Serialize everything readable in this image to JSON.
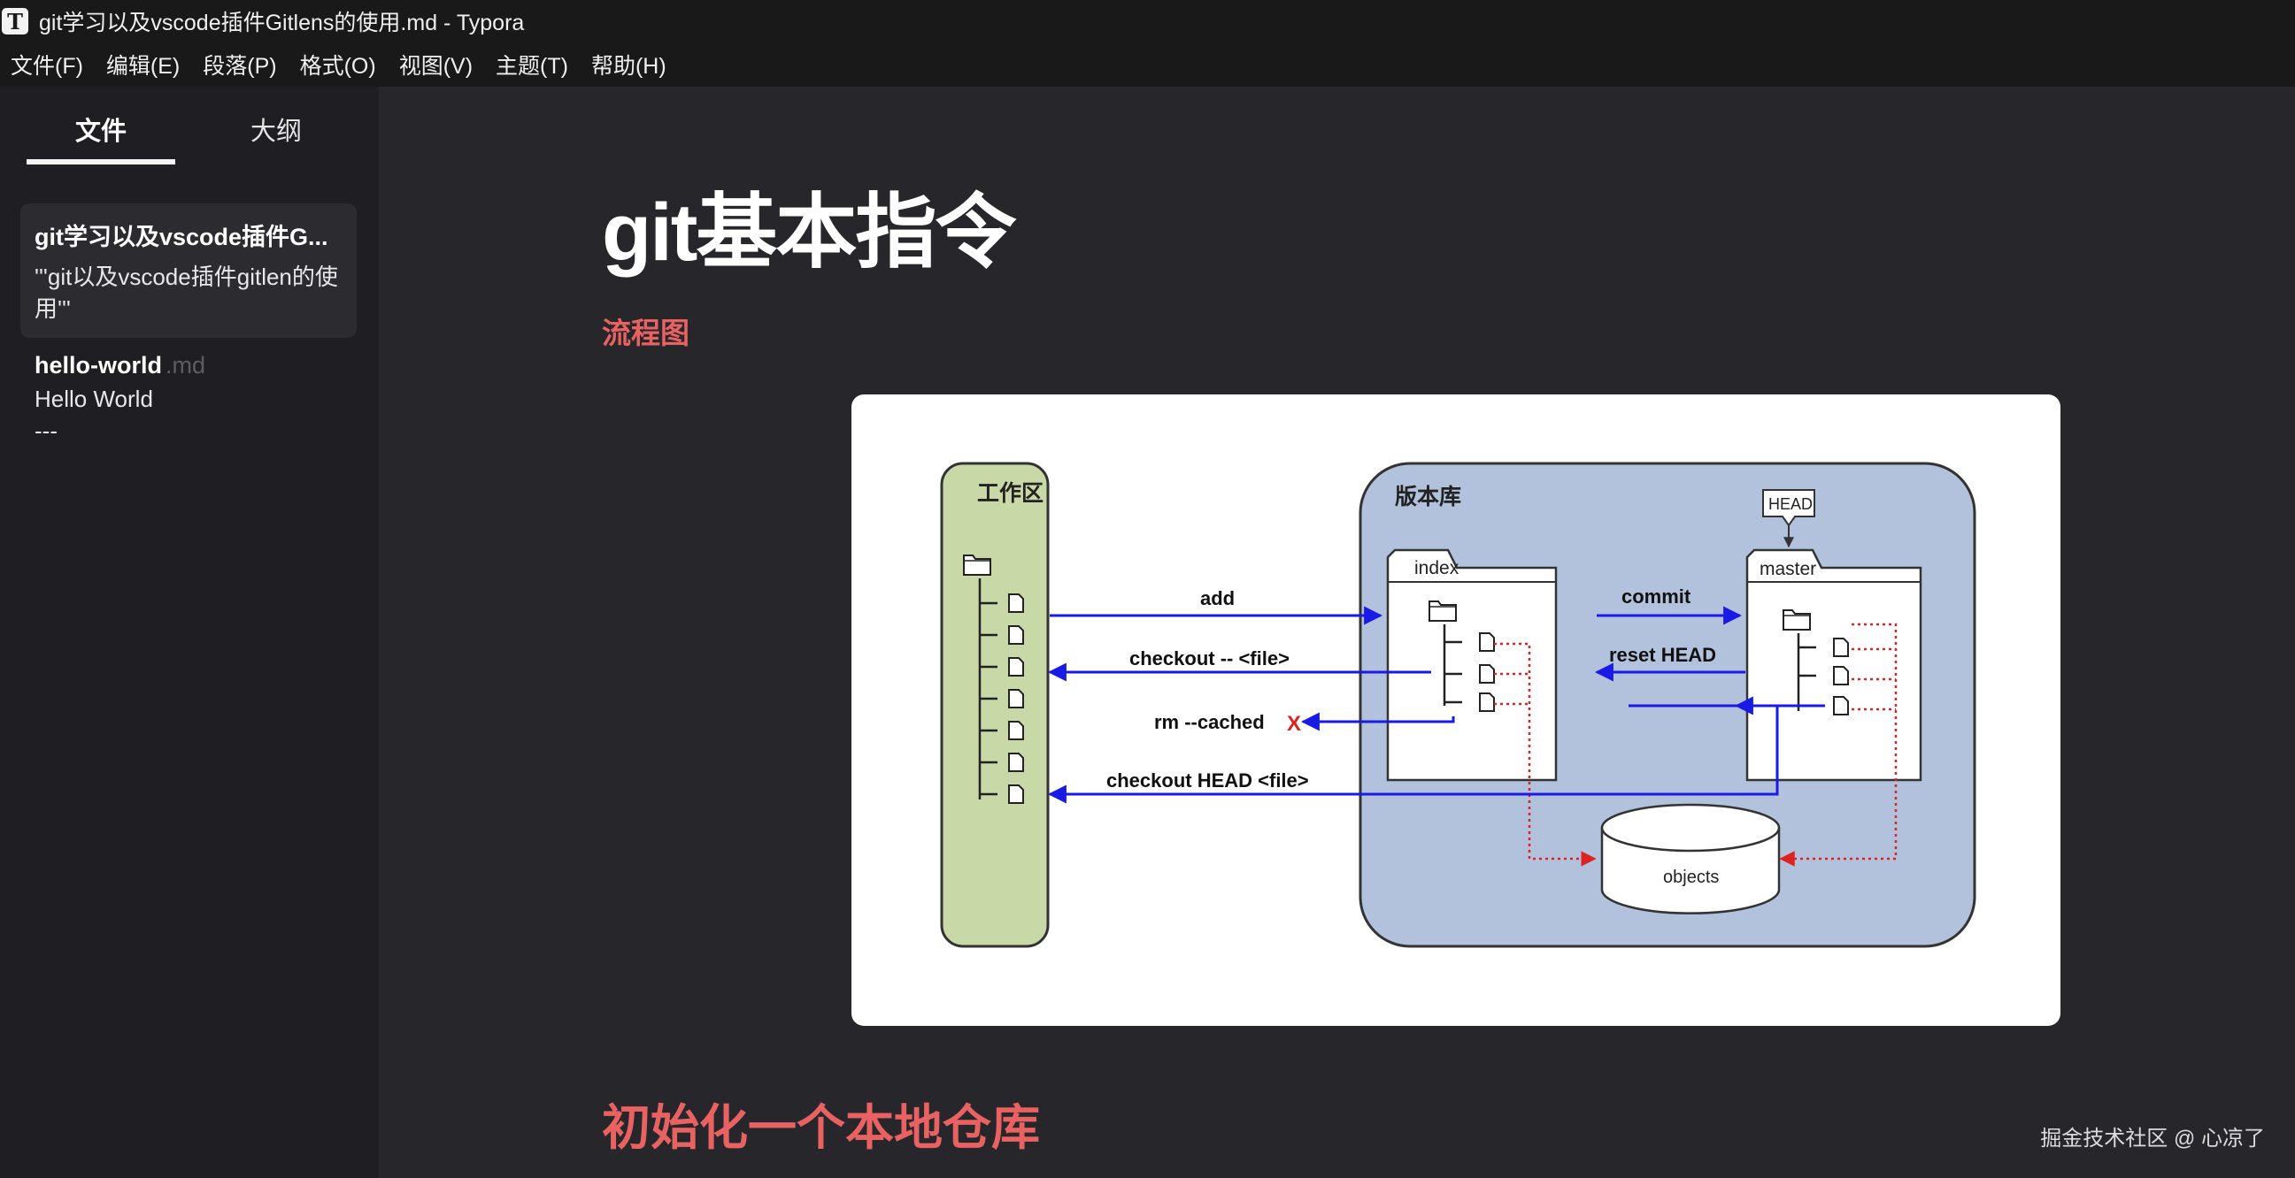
{
  "window": {
    "title": "git学习以及vscode插件Gitlens的使用.md - Typora",
    "app_icon_letter": "T"
  },
  "menu": [
    "文件(F)",
    "编辑(E)",
    "段落(P)",
    "格式(O)",
    "视图(V)",
    "主题(T)",
    "帮助(H)"
  ],
  "sidebar": {
    "tabs": {
      "files": "文件",
      "outline": "大纲"
    },
    "active_tab": "files",
    "files": [
      {
        "title": "git学习以及vscode插件G...",
        "snippet": "'''git以及vscode插件gitlen的使用'''",
        "active": true
      },
      {
        "title": "hello-world",
        "ext": ".md",
        "snippet": "Hello World",
        "snippet2": "---",
        "active": false
      }
    ]
  },
  "document": {
    "h1": "git基本指令",
    "section_flowchart": "流程图",
    "section_init": "初始化一个本地仓库",
    "diagram": {
      "workspace": "工作区",
      "repository": "版本库",
      "index": "index",
      "master": "master",
      "head": "HEAD",
      "objects": "objects",
      "add": "add",
      "checkout_file": "checkout -- <file>",
      "rm_cached": "rm --cached",
      "x_mark": "X",
      "commit": "commit",
      "reset_head": "reset HEAD",
      "checkout_head": "checkout HEAD <file>"
    }
  },
  "watermark": "掘金技术社区 @ 心凉了",
  "colors": {
    "heading_accent": "#e86262",
    "workspace_fill": "#c8d8a6",
    "repository_fill": "#b2c2dc",
    "arrow_blue": "#1a1ae6",
    "arrow_red": "#dd2222"
  }
}
